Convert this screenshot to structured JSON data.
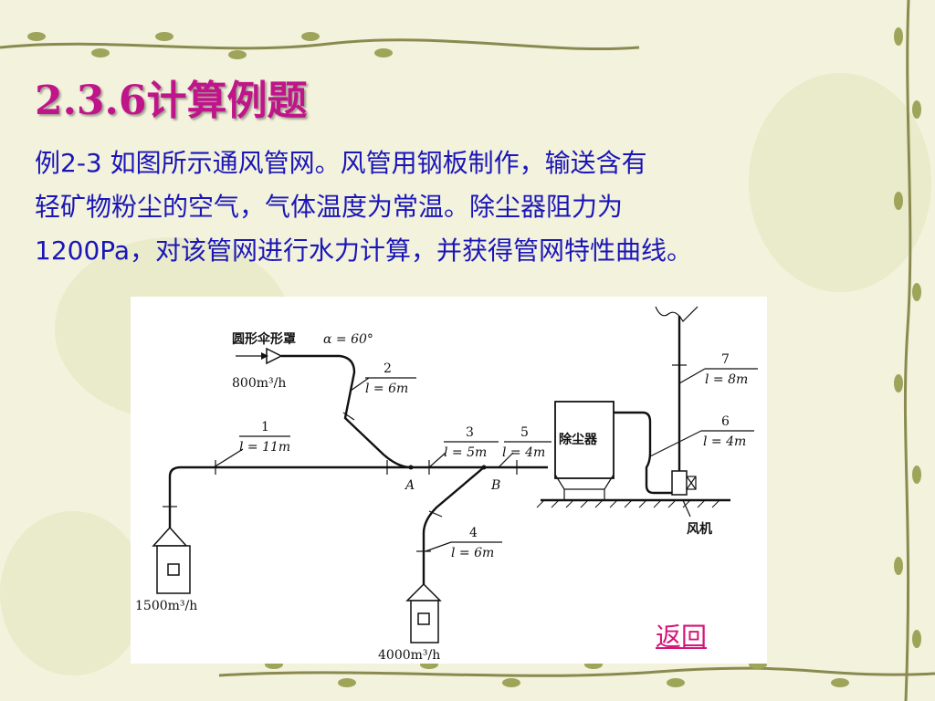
{
  "title": "2.3.6计算例题",
  "body_lines": [
    "例2-3  如图所示通风管网。风管用钢板制作，输送含有",
    "轻矿物粉尘的空气，气体温度为常温。除尘器阻力为",
    "1200Pa，对该管网进行水力计算，并获得管网特性曲线。"
  ],
  "return_label": "返回",
  "diagram": {
    "hood_label": "圆形伞形罩",
    "hood_angle": "α = 60°",
    "flow_top": "800m³/h",
    "flow_left": "1500m³/h",
    "flow_bottom": "4000m³/h",
    "dust_collector": "除尘器",
    "fan": "风机",
    "node_a": "A",
    "node_b": "B",
    "segments": [
      {
        "num": "1",
        "length": "l = 11m"
      },
      {
        "num": "2",
        "length": "l = 6m"
      },
      {
        "num": "3",
        "length": "l = 5m"
      },
      {
        "num": "4",
        "length": "l = 6m"
      },
      {
        "num": "5",
        "length": "l = 4m"
      },
      {
        "num": "6",
        "length": "l = 4m"
      },
      {
        "num": "7",
        "length": "l = 8m"
      }
    ]
  }
}
